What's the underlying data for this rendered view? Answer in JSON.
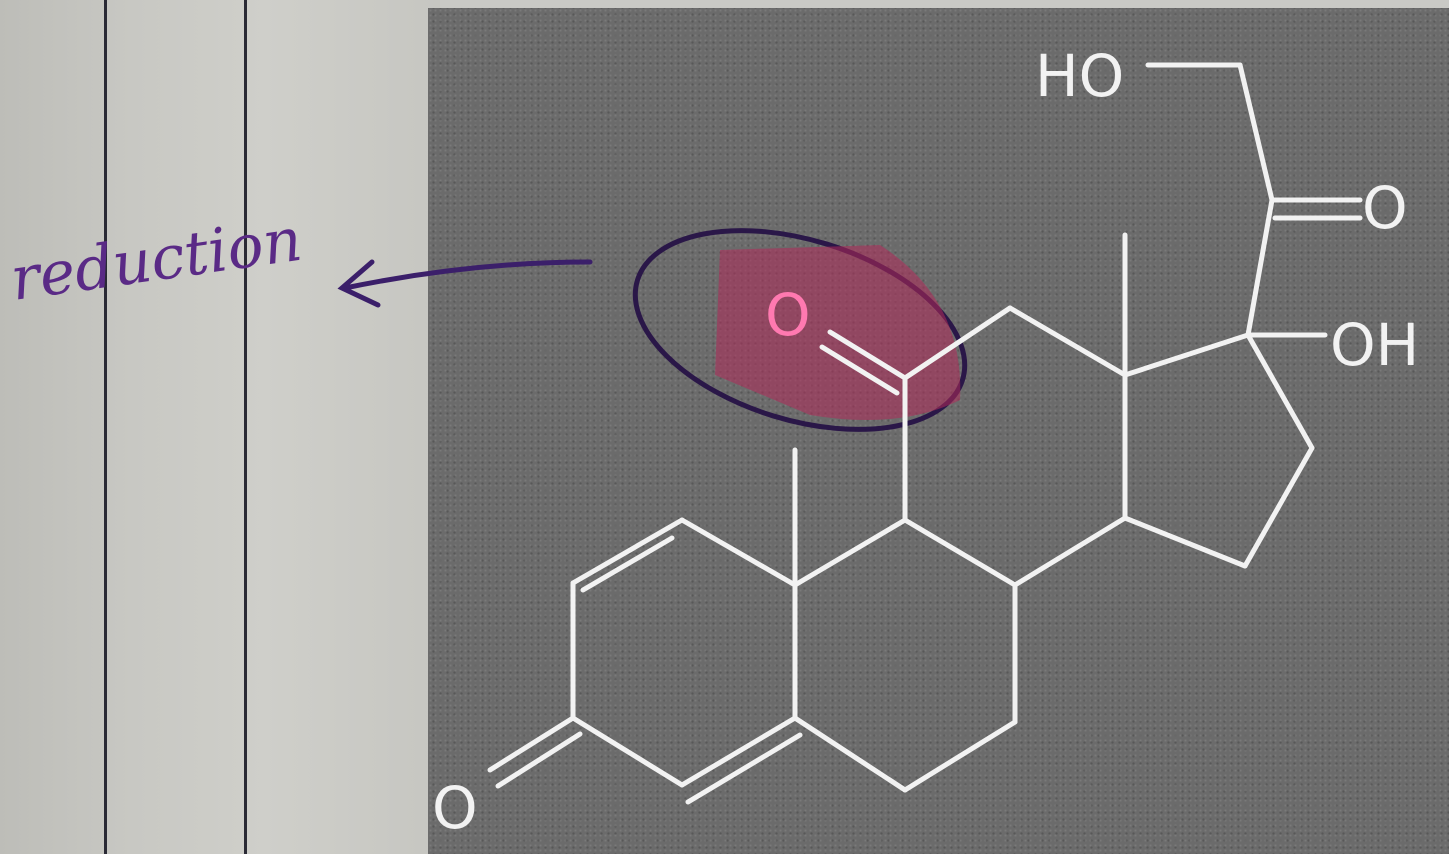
{
  "annotation": {
    "handwritten_label": "reduction"
  },
  "structure": {
    "atoms": {
      "ho_top": "HO",
      "carbonyl_side_chain": "O",
      "hydroxyl": "OH",
      "ketone_circled": "O",
      "ketone_ring": "O"
    }
  },
  "colors": {
    "background_panel": "#6b6b6b",
    "bond_color": "#f2f2f2",
    "highlight": "#e0306f",
    "ink": "#3b1f6a",
    "handwriting": "#5a2a86"
  }
}
